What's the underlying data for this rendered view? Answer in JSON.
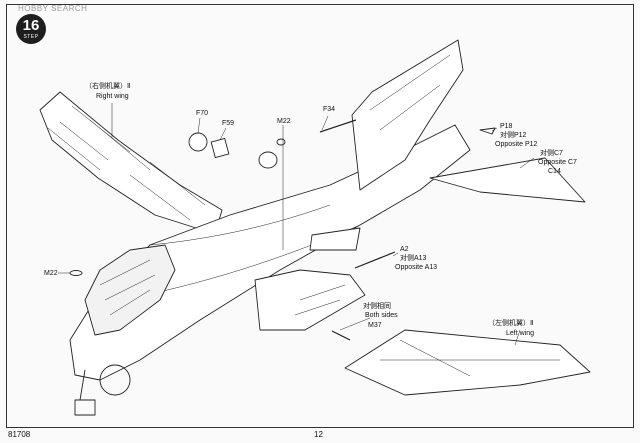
{
  "watermark": "HOBBY SEARCH",
  "step": {
    "number": "16",
    "word": "STEP"
  },
  "labels": {
    "right_wing_cn": "（右侧机翼）Ⅱ",
    "right_wing_en": "Right wing",
    "f70": "F70",
    "f59": "F59",
    "m22_top": "M22",
    "f34": "F34",
    "p18": "P18",
    "p12_cn": "对侧P12",
    "p12_en": "Opposite P12",
    "c7": "对侧C7",
    "c7_cn": "Opposite C7",
    "c14": "C14",
    "m22_left": "M22",
    "a2": "A2",
    "a13_cn": "对侧A13",
    "a13_en": "Opposite A13",
    "both_cn": "对侧相同",
    "both_en": "Both sides",
    "m37": "M37",
    "left_wing_cn": "（左侧机翼）Ⅱ",
    "left_wing_en": "Left wing"
  },
  "footer": {
    "code": "81708",
    "page": "12"
  }
}
